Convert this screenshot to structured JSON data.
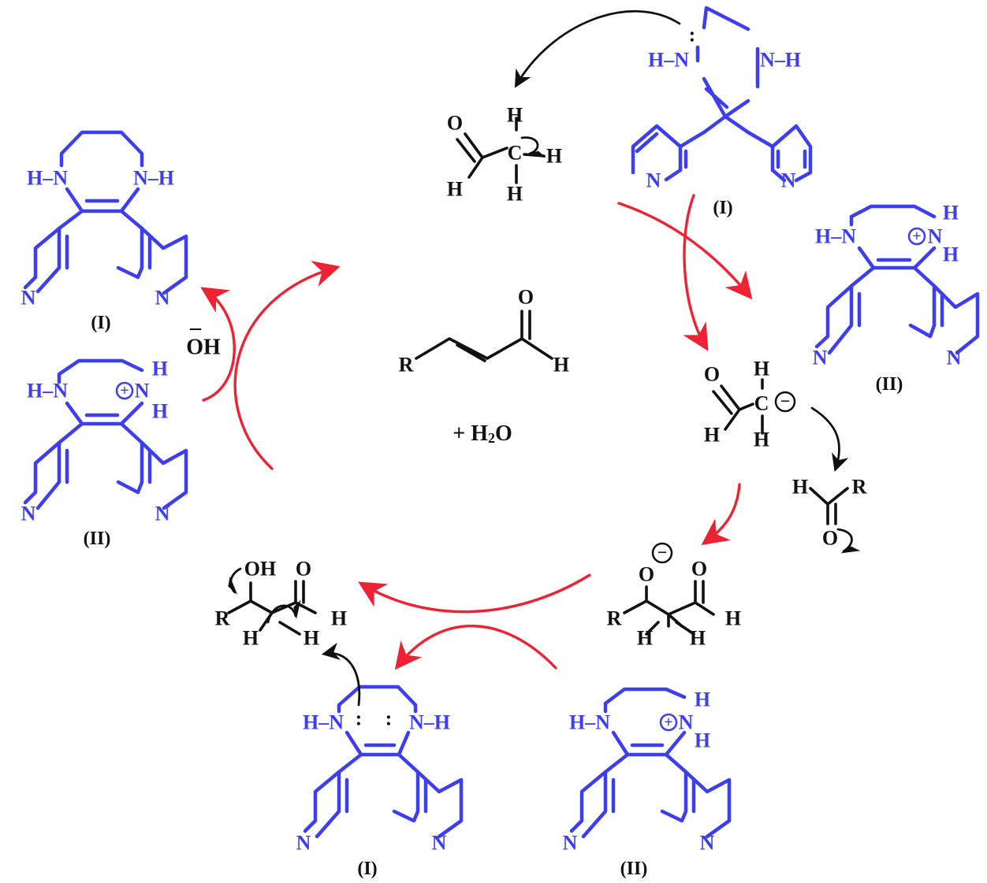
{
  "colors": {
    "catalyst": "#3d3df2",
    "reagent": "#111111",
    "cycle_arrow": "#ee2233"
  },
  "atoms": {
    "N": "N",
    "H": "H",
    "C": "C",
    "O": "O",
    "R": "R",
    "NH": "N–H",
    "HN": "H–N",
    "OH": "OH"
  },
  "charges": {
    "plus": "+",
    "minus": "−",
    "lone_pair": ":"
  },
  "labels": {
    "cat_I": "(I)",
    "cat_II": "(II)"
  },
  "center": {
    "water_prefix": "+ H",
    "water_sub": "2",
    "water_suffix": "O"
  },
  "hydroxide": {
    "minus": "–",
    "text": "OH"
  }
}
